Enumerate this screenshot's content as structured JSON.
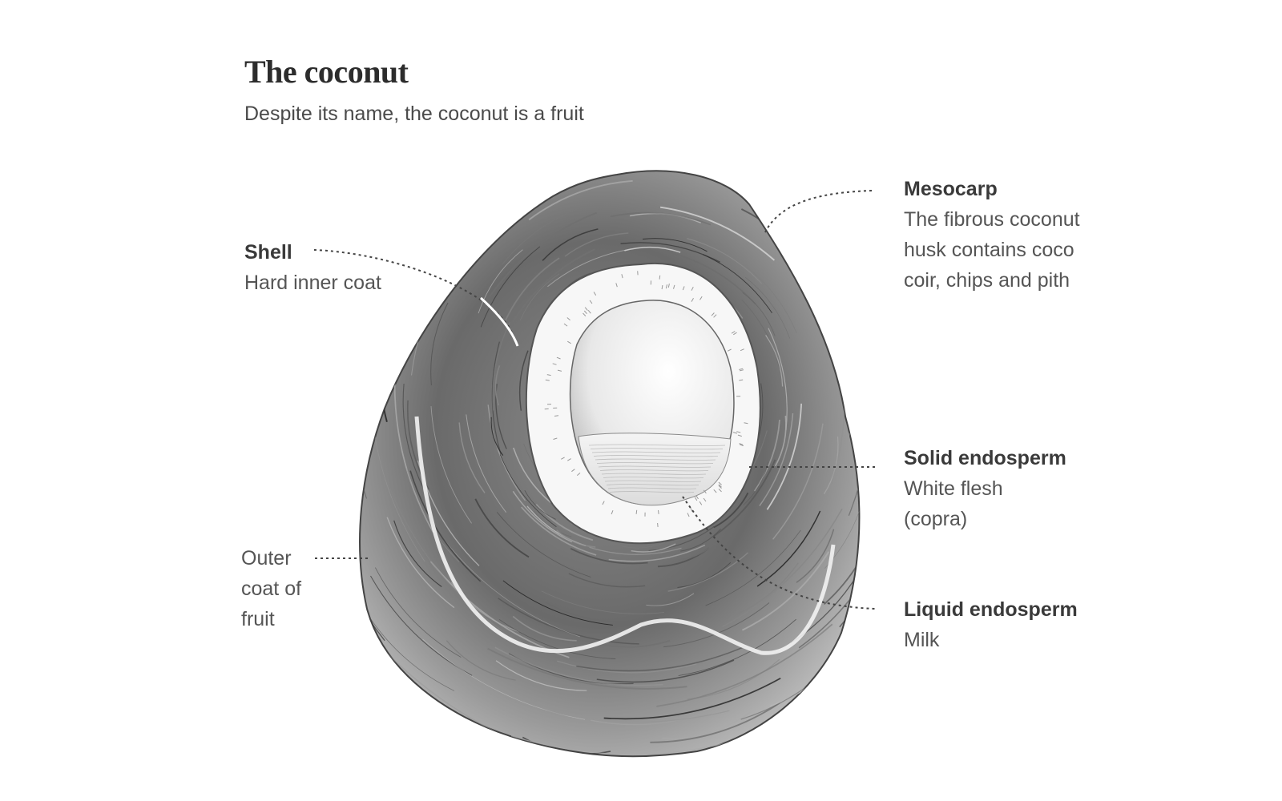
{
  "title": "The coconut",
  "subtitle": "Despite its name, the coconut is a fruit",
  "labels": {
    "shell": {
      "head": "Shell",
      "desc": "Hard inner coat"
    },
    "mesocarp": {
      "head": "Mesocarp",
      "desc": "The fibrous coconut\nhusk contains coco\ncoir, chips and pith"
    },
    "solid_endosperm": {
      "head": "Solid endosperm",
      "desc": "White flesh\n(copra)"
    },
    "liquid_endosperm": {
      "head": "Liquid endosperm",
      "desc": "Milk"
    },
    "outer_coat": {
      "desc": "Outer\ncoat of\nfruit"
    }
  },
  "colors": {
    "ink": "#3a3a3a",
    "fiber": "#6e6e6e",
    "background": "#ffffff"
  }
}
